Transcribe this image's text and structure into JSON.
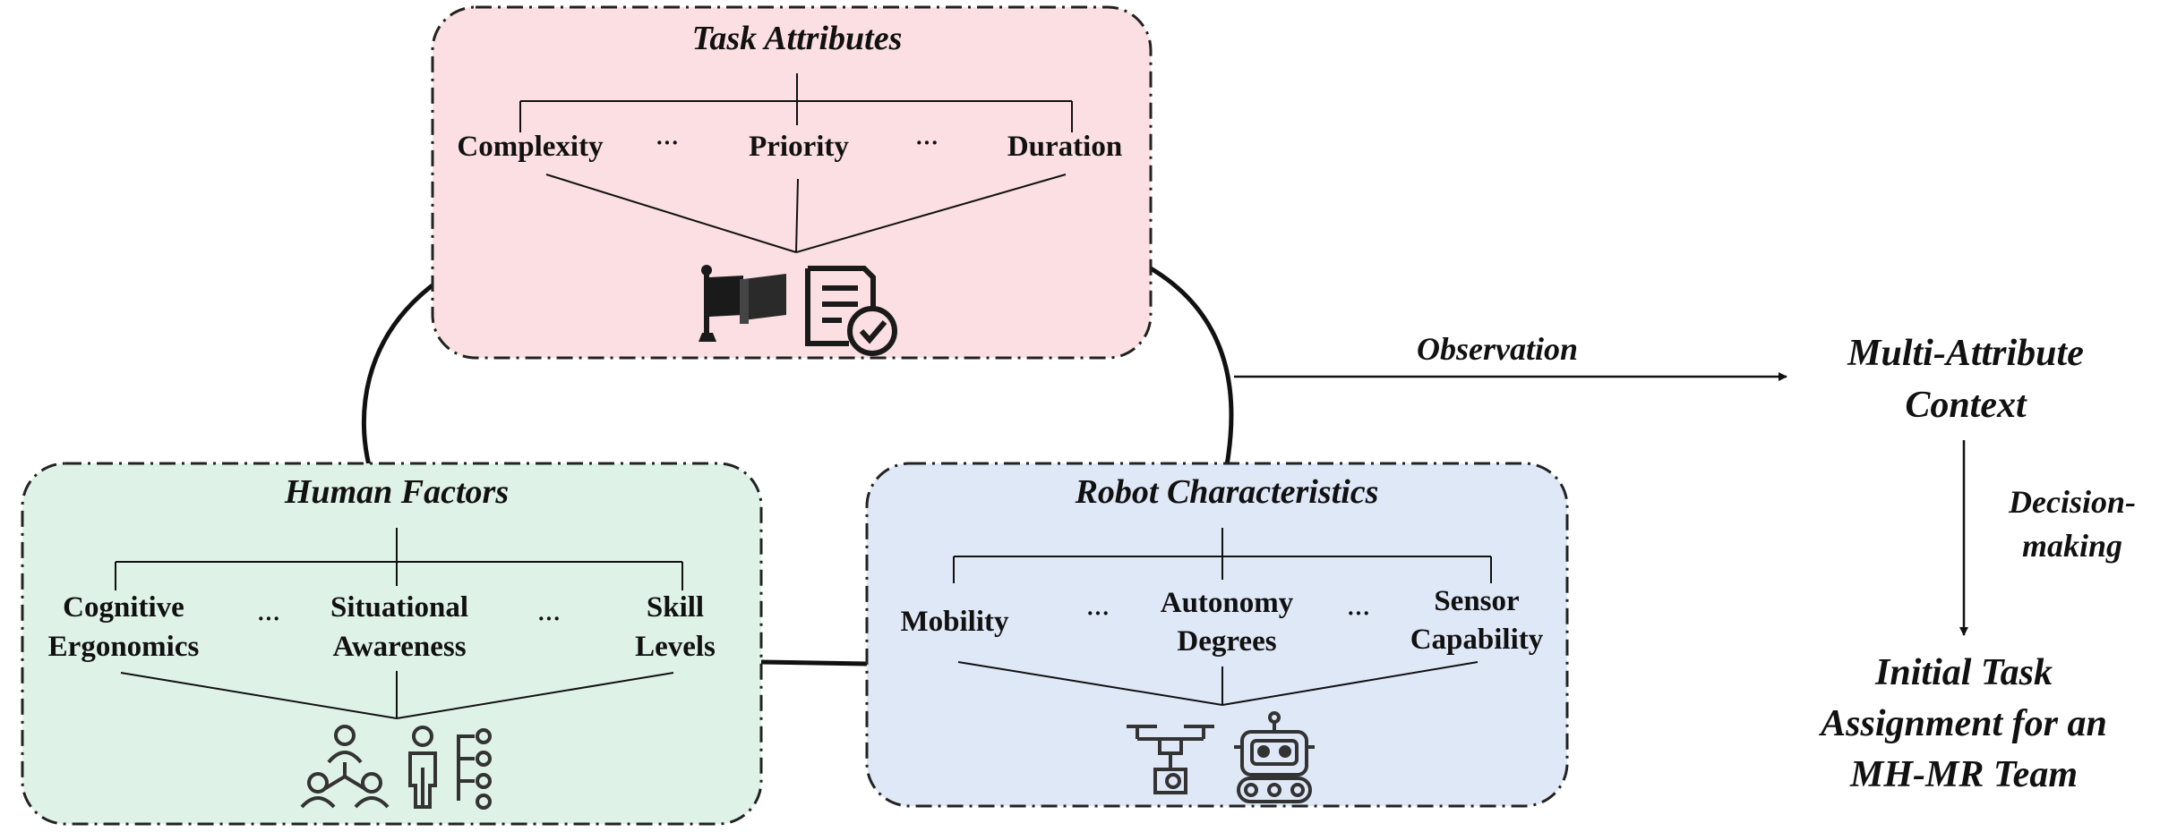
{
  "diagram": {
    "task_box": {
      "title": "Task Attributes",
      "items": [
        "Complexity",
        "···",
        "Priority",
        "···",
        "Duration"
      ],
      "icons": [
        "flag-icon",
        "checklist-icon"
      ],
      "fill": "#fbdfe2"
    },
    "human_box": {
      "title": "Human Factors",
      "items": [
        {
          "line1": "Cognitive",
          "line2": "Ergonomics"
        },
        {
          "line1": "···",
          "line2": ""
        },
        {
          "line1": "Situational",
          "line2": "Awareness"
        },
        {
          "line1": "···",
          "line2": ""
        },
        {
          "line1": "Skill",
          "line2": "Levels"
        }
      ],
      "icons": [
        "team-hierarchy-icon",
        "person-skills-icon"
      ],
      "fill": "#dff2e8"
    },
    "robot_box": {
      "title": "Robot Characteristics",
      "items": [
        {
          "line1": "Mobility",
          "line2": ""
        },
        {
          "line1": "···",
          "line2": ""
        },
        {
          "line1": "Autonomy",
          "line2": "Degrees"
        },
        {
          "line1": "···",
          "line2": ""
        },
        {
          "line1": "Sensor",
          "line2": "Capability"
        }
      ],
      "icons": [
        "drone-icon",
        "robot-icon"
      ],
      "fill": "#dfe8f7"
    },
    "observation_label": "Observation",
    "context": {
      "line1": "Multi-Attribute",
      "line2": "Context"
    },
    "decision_label": {
      "line1": "Decision-",
      "line2": "making"
    },
    "output": {
      "line1": "Initial Task",
      "line2": "Assignment for an",
      "line3": "MH-MR Team"
    }
  }
}
